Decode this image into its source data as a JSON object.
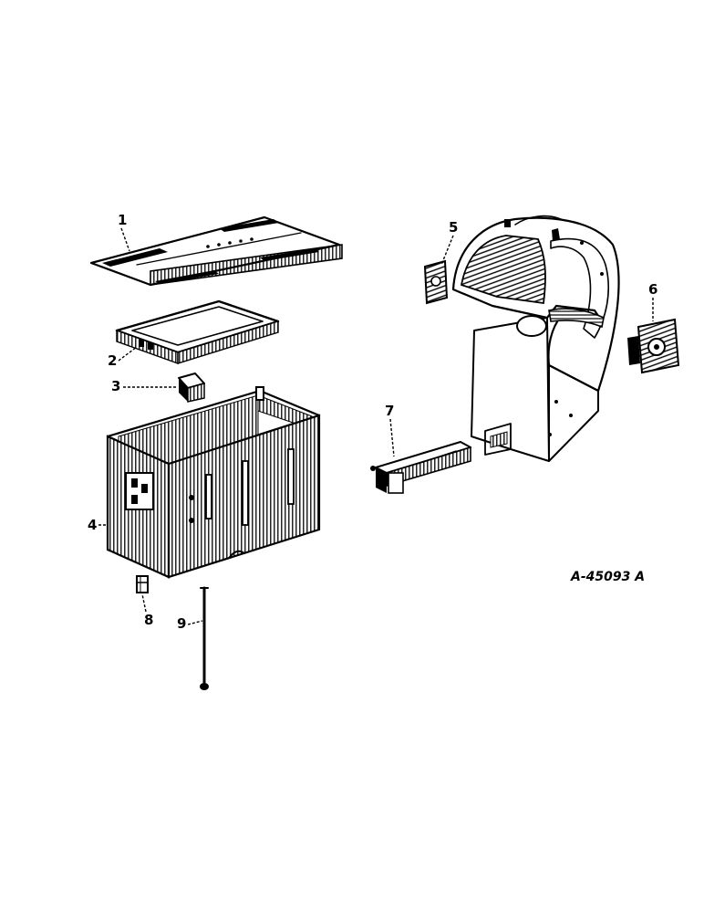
{
  "figure": {
    "reference": "A-45093 A",
    "colors": {
      "ink": "#000000",
      "paper": "#ffffff"
    }
  },
  "callouts": [
    {
      "number": "1",
      "part": "battery-cover"
    },
    {
      "number": "2",
      "part": "hold-down-frame"
    },
    {
      "number": "3",
      "part": "block"
    },
    {
      "number": "4",
      "part": "battery-box"
    },
    {
      "number": "5",
      "part": "left-plate"
    },
    {
      "number": "6",
      "part": "right-plate"
    },
    {
      "number": "7",
      "part": "bracket"
    },
    {
      "number": "8",
      "part": "nut"
    },
    {
      "number": "9",
      "part": "hold-down-bolt"
    }
  ],
  "icons": [
    "battery-cover-icon",
    "hold-down-frame-icon",
    "block-icon",
    "battery-box-icon",
    "nut-icon",
    "bolt-icon",
    "bracket-icon",
    "left-plate-icon",
    "right-plate-icon",
    "instrument-housing-icon"
  ]
}
